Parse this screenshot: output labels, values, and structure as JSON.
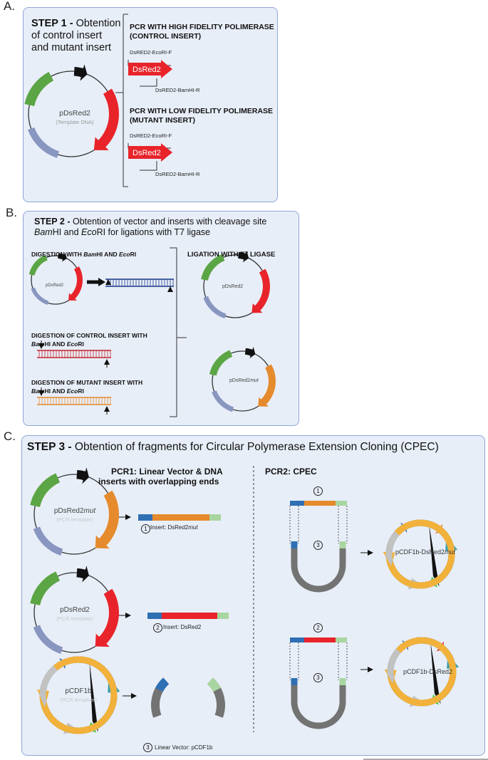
{
  "panel_a": {
    "letter": "A.",
    "step_label": "STEP 1 - ",
    "step_rest_1": "Obtention",
    "step_line_2": "of control insert",
    "step_line_3": "and mutant insert",
    "plasmid_name": "pDsRed2",
    "plasmid_sub": "(Template DNA)",
    "pcr_high_line1": "PCR WITH HIGH FIDELITY POLIMERASE",
    "pcr_high_line2": "(CONTROL INSERT)",
    "pcr_low_line1": "PCR WITH LOW FIDELITY POLIMERASE",
    "pcr_low_line2": "(MUTANT INSERT)",
    "primer_f": "DsRED2-EcoRI-F",
    "primer_r": "DsRED2-BamHI-R",
    "gene": "DsRed2"
  },
  "panel_b": {
    "letter": "B.",
    "title_bold": "STEP 2 - ",
    "title_rest": "Obtention of vector and inserts with cleavage site",
    "title_line2_bam": "Bam",
    "title_line2_hi": "HI and ",
    "title_line2_eco": "Eco",
    "title_line2_rest": "RI for ligations with T7 ligase",
    "digest_1_a": "DIGESTION WITH ",
    "digest_1_bam": "Bam",
    "digest_1_b": "HI AND ",
    "digest_1_eco": "Eco",
    "digest_1_c": "RI",
    "plasmid_small": "pDsRed2",
    "digest_2_line1": "DIGESTION OF CONTROL INSERT WITH",
    "digest_2_bam": "Bam",
    "digest_2_b": "HI AND ",
    "digest_2_eco": "Eco",
    "digest_2_c": "RI",
    "digest_3_line1": "DIGESTION OF MUTANT INSERT WITH",
    "digest_3_bam": "Bam",
    "digest_3_b": "HI AND ",
    "digest_3_eco": "Eco",
    "digest_3_c": "RI",
    "ligation": "LIGATION WITH T7 LIGASE",
    "lig_plasmid_1": "pDsRed2",
    "lig_plasmid_2a": "pDsRed2",
    "lig_plasmid_2b": "mut"
  },
  "panel_c": {
    "letter": "C.",
    "title_bold": "STEP 3 - ",
    "title_rest": "Obtention of fragments for Circular Polymerase Extension Cloning (CPEC)",
    "pcr1_line1": "PCR1: Linear Vector & DNA",
    "pcr1_line2": "inserts with overlapping ends",
    "pcr2": "PCR2: CPEC",
    "template_1a": "pDsRed2",
    "template_1b": "mut",
    "template_2": "pDsRed2",
    "template_3": "pCDF1b",
    "pcr_template": "(PCR template)",
    "insert_1_num": "1",
    "insert_1_a": "Insert: DsRed2",
    "insert_1_b": "mut",
    "insert_2_num": "2",
    "insert_2": "Insert: DsRed2",
    "vector_num": "3",
    "vector": "Linear Vector: pCDF1b",
    "product_1a": "pCDF1b-DsRed2",
    "product_1b": "mut",
    "product_2": "pCDF1b-DsRed2"
  },
  "colors": {
    "panel_bg": "#e8eef8",
    "panel_border": "#8fa6d6",
    "green": "#5ba544",
    "red": "#e8242a",
    "orange": "#e58a2d",
    "lavender": "#8896c0",
    "blue": "#2f6fb4",
    "pale_green": "#a9d6a0",
    "gray": "#737373",
    "light_gray": "#c2c2c2",
    "teal": "#3a9da8",
    "yellow_orange": "#f2b13a",
    "bright_green": "#3dc43a",
    "navy": "#1a3a8a"
  }
}
